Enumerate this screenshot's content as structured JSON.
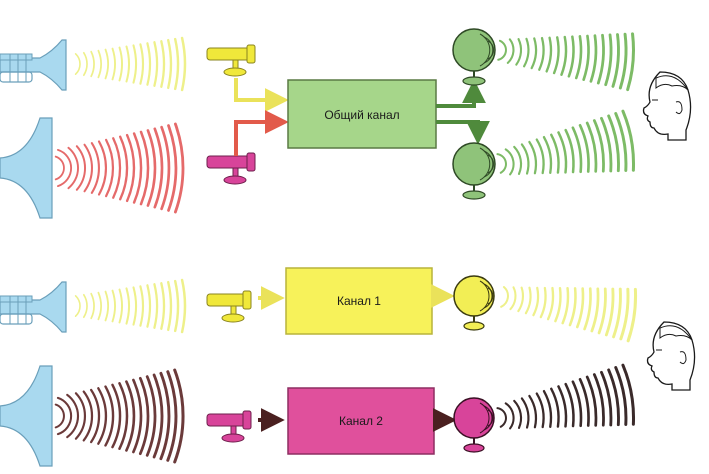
{
  "channels": {
    "common": {
      "label": "Общий канал",
      "color": "#a6d68a",
      "border": "#5a7a44"
    },
    "first": {
      "label": "Канал 1",
      "color": "#f7f25a",
      "border": "#b8b43a"
    },
    "second": {
      "label": "Канал 2",
      "color": "#e0509c",
      "border": "#8e2e62"
    }
  },
  "colors": {
    "instrument": "#a9d9ef",
    "instrument_outline": "#6a9fba",
    "trumpet_waves": "#eef08a",
    "horn_waves_top": "#e56a6a",
    "horn_waves_bottom": "#6b3a3a",
    "mic_yellow": "#f0e83a",
    "mic_magenta": "#d8449a",
    "speaker_green": "#8fc37a",
    "speaker_yellow": "#f2ee55",
    "speaker_magenta": "#d8449a",
    "speaker_waves_green": "#7dbb66",
    "speaker_waves_yellow": "#eef08a",
    "speaker_waves_dark": "#3a2a2a",
    "arrow_yellow": "#eae25a",
    "arrow_red": "#e25a4a",
    "arrow_green": "#4f8a3c",
    "arrow_dark": "#4a2020"
  },
  "icons": {
    "trumpet": "trumpet-icon",
    "horn": "horn-icon",
    "microphone": "microphone-icon",
    "loudspeaker": "loudspeaker-icon",
    "listener": "listener-head-icon"
  }
}
